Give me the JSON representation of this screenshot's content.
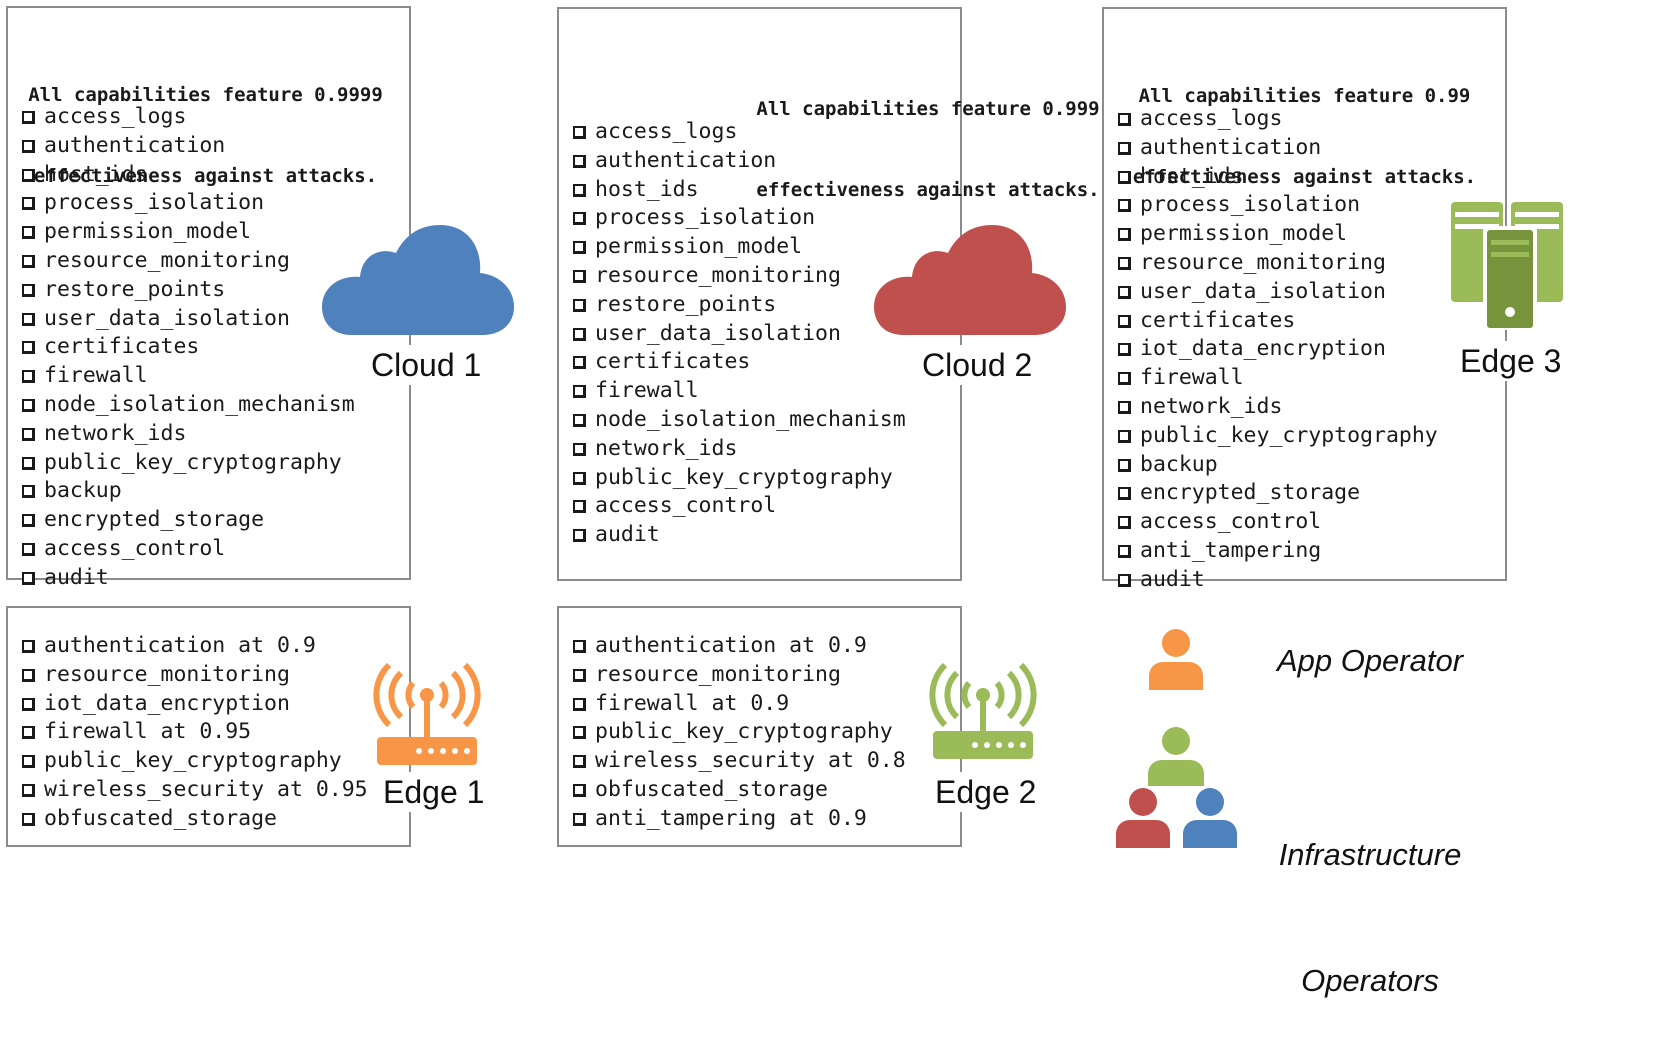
{
  "nodes": {
    "cloud1": {
      "label": "Cloud 1",
      "header_line1": "All capabilities feature 0.9999",
      "header_line2": "effectiveness against attacks.",
      "capabilities": [
        "access_logs",
        "authentication",
        "host_ids",
        "process_isolation",
        "permission_model",
        "resource_monitoring",
        "restore_points",
        "user_data_isolation",
        "certificates",
        "firewall",
        "node_isolation_mechanism",
        "network_ids",
        "public_key_cryptography",
        "backup",
        "encrypted_storage",
        "access_control",
        "audit"
      ]
    },
    "cloud2": {
      "label": "Cloud 2",
      "header_line1": "All capabilities feature 0.999",
      "header_line2": "effectiveness against attacks.",
      "capabilities": [
        "access_logs",
        "authentication",
        "host_ids",
        "process_isolation",
        "permission_model",
        "resource_monitoring",
        "restore_points",
        "user_data_isolation",
        "certificates",
        "firewall",
        "node_isolation_mechanism",
        "network_ids",
        "public_key_cryptography",
        "access_control",
        "audit"
      ]
    },
    "edge3": {
      "label": "Edge 3",
      "header_line1": "All capabilities feature 0.99",
      "header_line2": "effectiveness against attacks.",
      "capabilities": [
        "access_logs",
        "authentication",
        "host_ids",
        "process_isolation",
        "permission_model",
        "resource_monitoring",
        "user_data_isolation",
        "certificates",
        "iot_data_encryption",
        "firewall",
        "network_ids",
        "public_key_cryptography",
        "backup",
        "encrypted_storage",
        "access_control",
        "anti_tampering",
        "audit"
      ]
    },
    "edge1": {
      "label": "Edge 1",
      "capabilities": [
        "authentication at 0.9",
        "resource_monitoring",
        "iot_data_encryption",
        "firewall at 0.95",
        "public_key_cryptography",
        "wireless_security at 0.95",
        "obfuscated_storage"
      ]
    },
    "edge2": {
      "label": "Edge 2",
      "capabilities": [
        "authentication at 0.9",
        "resource_monitoring",
        "firewall at 0.9",
        "public_key_cryptography",
        "wireless_security at 0.8",
        "obfuscated_storage",
        "anti_tampering at 0.9"
      ]
    }
  },
  "legend": {
    "app_operator": "App Operator",
    "infra_line1": "Infrastructure",
    "infra_line2": "Operators"
  },
  "icons": {
    "cloud1": "cloud-icon",
    "cloud2": "cloud-icon",
    "edge3": "server-icon",
    "edge1": "wifi-router-icon",
    "edge2": "wifi-router-icon",
    "app_operator": "person-icon",
    "infra_operators": "people-group-icon"
  },
  "colors": {
    "cloud1": "#4f81bd",
    "cloud2": "#c0504d",
    "edge3_light": "#9bbb59",
    "edge3_dark": "#77933c",
    "edge1": "#f79646",
    "edge2": "#9bbb59",
    "app_operator": "#f79646",
    "infra_green": "#9bbb59",
    "infra_red": "#c0504d",
    "infra_blue": "#4f81bd"
  }
}
